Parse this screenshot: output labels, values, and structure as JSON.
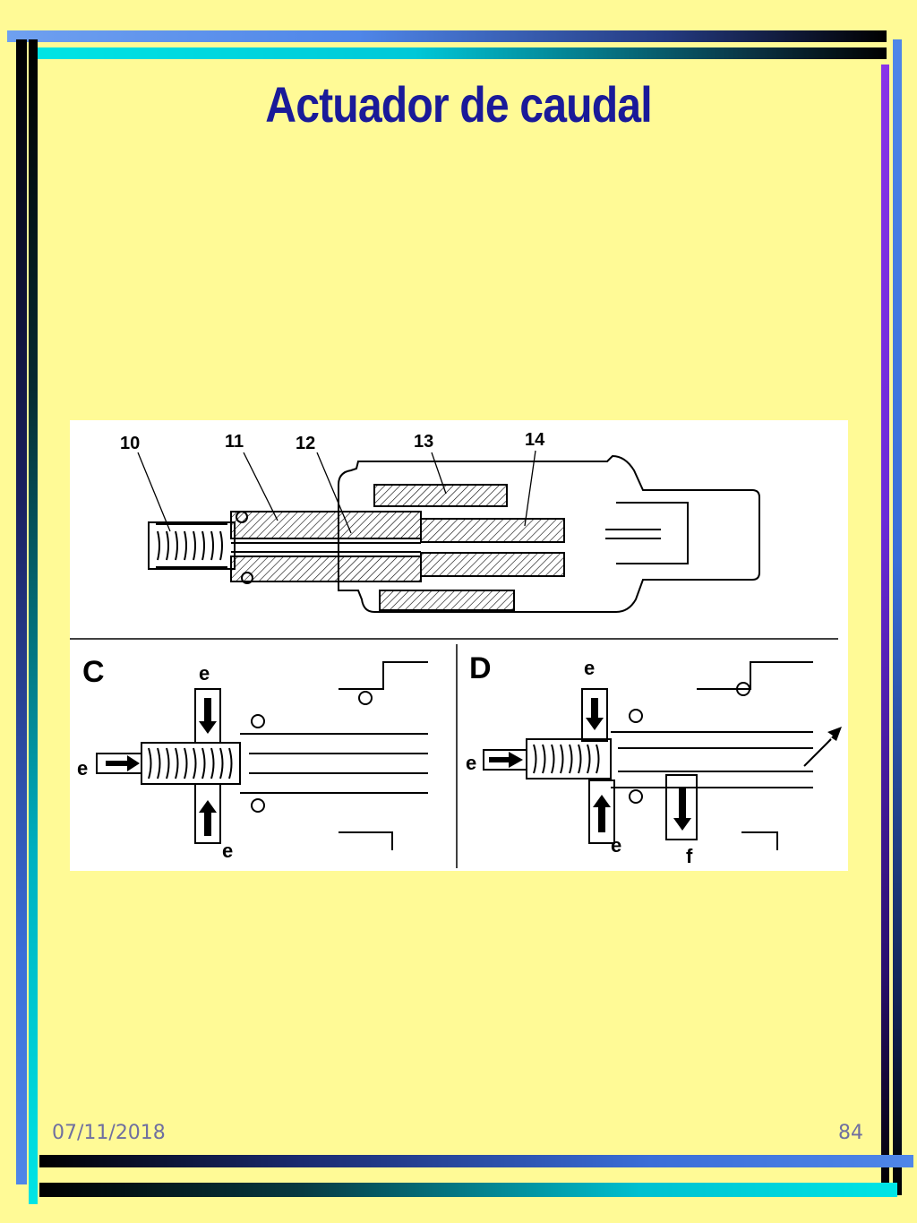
{
  "slide": {
    "title": "Actuador de caudal",
    "date": "07/11/2018",
    "page_number": "84"
  },
  "figure": {
    "callouts": [
      "10",
      "11",
      "12",
      "13",
      "14"
    ],
    "panel_c": {
      "label": "C",
      "flow_labels": [
        "e",
        "e",
        "e"
      ]
    },
    "panel_d": {
      "label": "D",
      "flow_labels": [
        "e",
        "e",
        "e",
        "f"
      ]
    }
  },
  "colors": {
    "background": "#FFFA96",
    "title": "#1A1A99",
    "frame_dark": "#000000",
    "frame_cyan": "#00E5E5",
    "frame_blue": "#4F86E8",
    "frame_purple": "#8833E8"
  }
}
